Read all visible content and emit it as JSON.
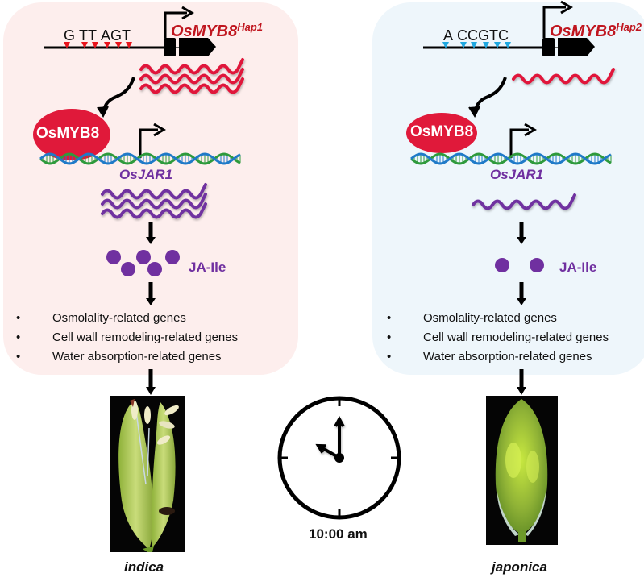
{
  "left_panel": {
    "name": "indica",
    "bg_color": "#fdeeed",
    "snp_sequence": [
      "G",
      "TT",
      "AGT"
    ],
    "snp_marker_color": "#e8141c",
    "snp_count": 6,
    "gene_name": "OsMYB8",
    "gene_superscript": "Hap1",
    "transcript_copies": 3,
    "protein": "OsMYB8",
    "target_gene": "OsJAR1",
    "target_transcript_copies": 3,
    "metabolite": "JA-Ile",
    "metabolite_count": 5,
    "downstream_genes": [
      "Osmolality-related genes",
      "Cell wall remodeling-related genes",
      "Water absorption-related genes"
    ],
    "photo_label": "indica"
  },
  "right_panel": {
    "name": "japonica",
    "bg_color": "#eef6fb",
    "snp_sequence": [
      "A",
      "CCGTC"
    ],
    "snp_marker_color": "#1fa8e0",
    "snp_count": 6,
    "gene_name": "OsMYB8",
    "gene_superscript": "Hap2",
    "transcript_copies": 1,
    "protein": "OsMYB8",
    "target_gene": "OsJAR1",
    "target_transcript_copies": 1,
    "metabolite": "JA-Ile",
    "metabolite_count": 2,
    "downstream_genes": [
      "Osmolality-related genes",
      "Cell wall remodeling-related genes",
      "Water absorption-related genes"
    ],
    "photo_label": "japonica"
  },
  "clock": {
    "time_label": "10:00 am",
    "hour": 10,
    "minute": 0
  },
  "colors": {
    "gene_red": "#c0161f",
    "protein_red": "#e0193a",
    "purple": "#7030a0",
    "dna_blue": "#1f7ac8",
    "dna_green": "#2e9a3c"
  }
}
